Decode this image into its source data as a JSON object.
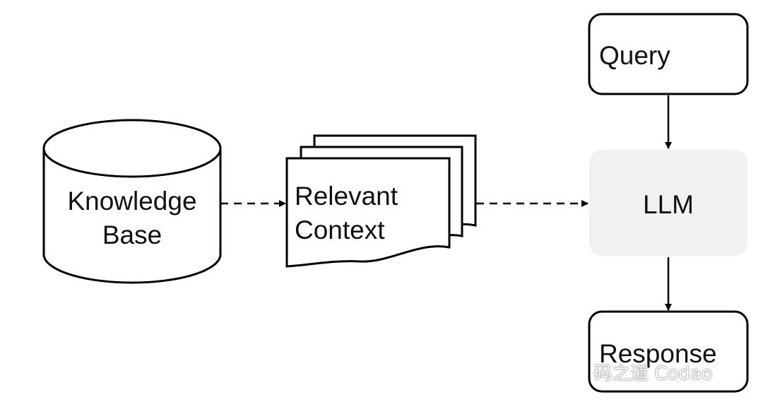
{
  "nodes": {
    "knowledge_base": {
      "line1": "Knowledge",
      "line2": "Base"
    },
    "relevant_context": {
      "line1": "Relevant",
      "line2": "Context"
    },
    "query": {
      "label": "Query"
    },
    "llm": {
      "label": "LLM"
    },
    "response": {
      "label": "Response"
    }
  },
  "watermark": {
    "text": "码之道 Codao"
  },
  "colors": {
    "stroke": "#000000",
    "llm_fill": "#f1f1f1",
    "background": "#ffffff"
  }
}
